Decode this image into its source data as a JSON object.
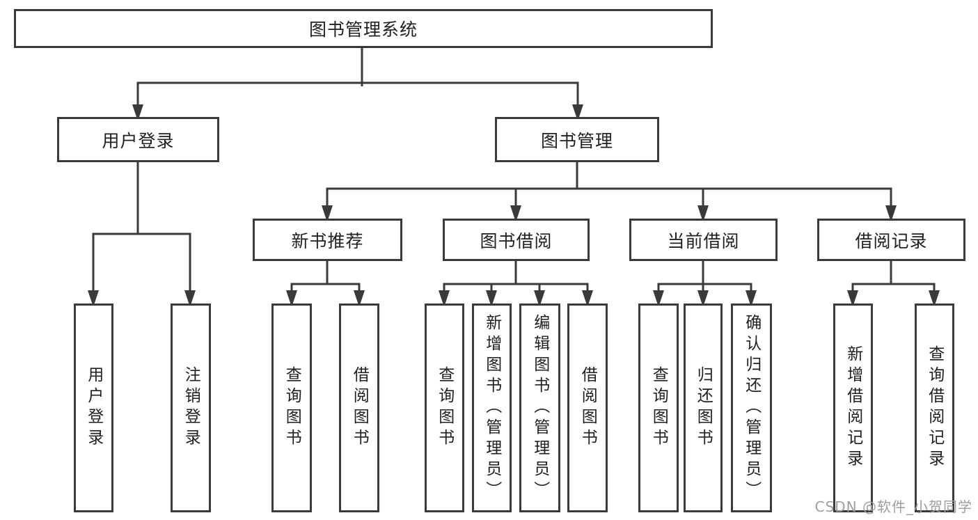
{
  "diagram": {
    "root": {
      "label": "图书管理系统"
    },
    "branches": [
      {
        "label": "用户登录",
        "children": [
          {
            "label": "用户登录"
          },
          {
            "label": "注销登录"
          }
        ]
      },
      {
        "label": "图书管理",
        "children": [
          {
            "label": "新书推荐",
            "children": [
              {
                "label": "查询图书"
              },
              {
                "label": "借阅图书"
              }
            ]
          },
          {
            "label": "图书借阅",
            "children": [
              {
                "label": "查询图书"
              },
              {
                "label": "新增图书（管理员）"
              },
              {
                "label": "编辑图书（管理员）"
              },
              {
                "label": "借阅图书"
              }
            ]
          },
          {
            "label": "当前借阅",
            "children": [
              {
                "label": "查询图书"
              },
              {
                "label": "归还图书"
              },
              {
                "label": "确认归还（管理员）"
              }
            ]
          },
          {
            "label": "借阅记录",
            "children": [
              {
                "label": "新增借阅记录"
              },
              {
                "label": "查询借阅记录"
              }
            ]
          }
        ]
      }
    ]
  },
  "watermark": {
    "text": "CSDN @软件_小贺同学"
  },
  "colors": {
    "line": "#3a3a3a",
    "text": "#1f1f1f",
    "watermark": "#9e9e9e",
    "background": "#ffffff"
  }
}
